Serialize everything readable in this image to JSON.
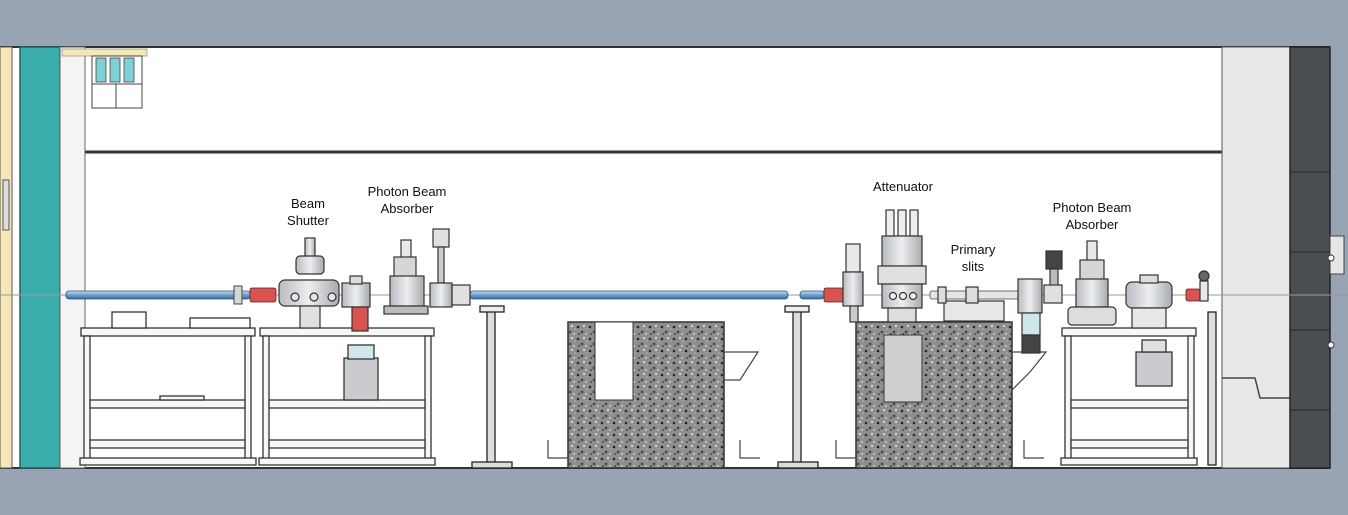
{
  "labels": {
    "beam_shutter": [
      "Beam",
      "Shutter"
    ],
    "photon_beam_absorber_1": [
      "Photon Beam",
      "Absorber"
    ],
    "attenuator": [
      "Attenuator"
    ],
    "primary_slits": [
      "Primary",
      "slits"
    ],
    "photon_beam_absorber_2": [
      "Photon Beam",
      "Absorber"
    ]
  },
  "colors": {
    "background": "#98a3b3",
    "hutch_interior": "#ffffff",
    "teal_wall": "#3aaeac",
    "dark_wall": "#4a4e52",
    "concrete": "#9a9a9a",
    "beam_pipe": "#7da9d6",
    "bellows": "#d9534f",
    "component_grey": "#cfd2d6"
  }
}
